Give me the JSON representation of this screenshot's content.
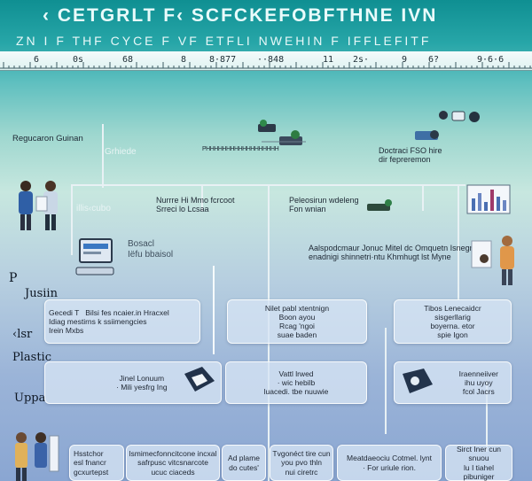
{
  "header": {
    "title": "‹ CETGRLT  F‹ SCFCKEFOBFTHNE IVN",
    "subtitle": "ZN I F  THF  CYCE  F VF  ETFLI  NWEHIN  F  IFFLEFITF"
  },
  "ruler": {
    "ticks": [
      "6",
      "0s",
      "68",
      "8",
      "8·877",
      "··848",
      "11",
      "2s·",
      "9",
      "6?",
      "9·6·6"
    ]
  },
  "labels": {
    "regucaron": "Regucaron Guinan",
    "faint_a": "Grhiede",
    "faint_b": "illis‹cubo",
    "node_top_center": "PHHHHHHHHHHHHHHHHHH",
    "node_top_right": "Doctraci FSO hire\ndir fepreremon",
    "branch_a": "Nurrre Hi Mmo fcrcoot\nSrreci lo Lcsaa",
    "branch_b": "Peleosirun wdeleng\nFon wnian",
    "screen_caption": "Bosacl\nIëfu bbaisol",
    "center_note": "Aalspodcmaur Jonuc Mitel dc Omquetn Isnegng\nenadnigi shinnetri·ntu Khmhugt lst Myne"
  },
  "side_labels": {
    "p": "P",
    "justin": "Jusiin",
    "rlst": "‹lsr",
    "plastic": "Plastic",
    "uppa": "Uppa"
  },
  "row1": {
    "left": "Gecedi T   Bilsi fes ncaier.in Hracxel\nIdiag mestirns k ssiimengcies\nIrein Mxbs",
    "center": "Nilet pabl xtentnign\nBoon ayou\nRcag 'ngoi\nsuae baden",
    "right": "Tibos Lenecaidcr\nsisgerllarig\nboyerna. etor\nspie Igon"
  },
  "row2": {
    "left": "Jinel Lonuum\n· Mili yesfrg Ing",
    "center": "Vattl lrwed\n· wic hebilb\nluacedi. tbe nuuwie",
    "right": "Iraenneiiver\nihu uyoy\nfcol Jacrs"
  },
  "row3": {
    "a": "Hsstchor\nesl fnancr\ngcxurtepst",
    "b": "lsmimecfonncitcone incxal\nsafrpusc vitcsnarcote\nucuc ciaceds",
    "c": "Ad plame\ndo cutes'",
    "d": "Tvgonéct tire cun\nyou pvo thln\nnui ciretrc",
    "e": "Meatdaeociu Cotmel. lynt\n· For uriule rion.",
    "f": "Sirct Iner cun\nsnuou\nlu I tiahel\npibuniger"
  },
  "colors": {
    "header": "#0f8f92",
    "panel": "#d6e4f4",
    "connector": "#e8f1f4"
  },
  "icons": [
    "people-conversation-icon",
    "monitor-icon",
    "hand-card-icon",
    "presenters-icon",
    "chart-board-icon",
    "machine-cluster-icon",
    "figures-icon"
  ]
}
